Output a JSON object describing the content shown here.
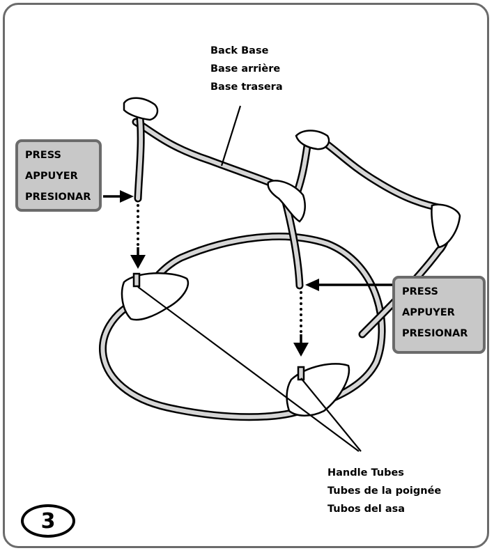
{
  "back_base_label": [
    "Back Base",
    "Base arrière",
    "Base trasera"
  ],
  "press_left": [
    "PRESS",
    "APPUYER",
    "PRESIONAR"
  ],
  "press_right": [
    "PRESS",
    "APPUYER",
    "PRESIONAR"
  ],
  "handle_tubes_label": [
    "Handle Tubes",
    "Tubes de la poignée",
    "Tubos del asa"
  ],
  "step_number": "3"
}
